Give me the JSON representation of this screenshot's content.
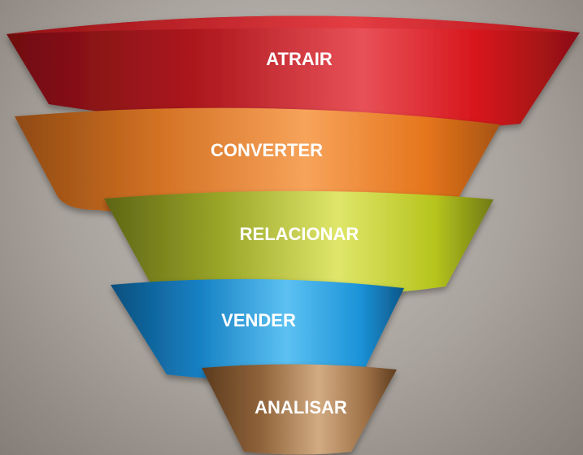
{
  "funnel": {
    "stages": [
      {
        "label": "ATRAIR",
        "color": "#d9262c"
      },
      {
        "label": "CONVERTER",
        "color": "#e97a24"
      },
      {
        "label": "RELACIONAR",
        "color": "#b5c02b"
      },
      {
        "label": "VENDER",
        "color": "#1f8fd1"
      },
      {
        "label": "ANALISAR",
        "color": "#a0734a"
      }
    ]
  }
}
